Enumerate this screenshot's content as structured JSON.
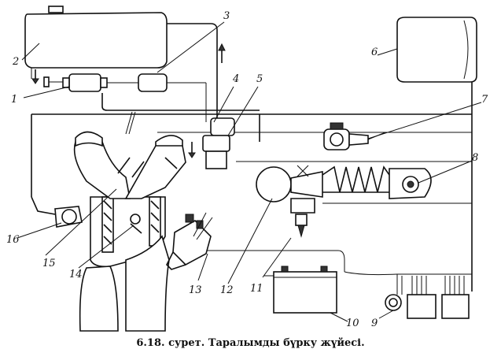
{
  "labels": [
    "1",
    "2",
    "3",
    "4",
    "5",
    "6",
    "7",
    "8",
    "9",
    "10",
    "11",
    "12",
    "13",
    "14",
    "15",
    "16"
  ],
  "caption": "6.18. сурет. Таралымды бүрку жүйесі."
}
